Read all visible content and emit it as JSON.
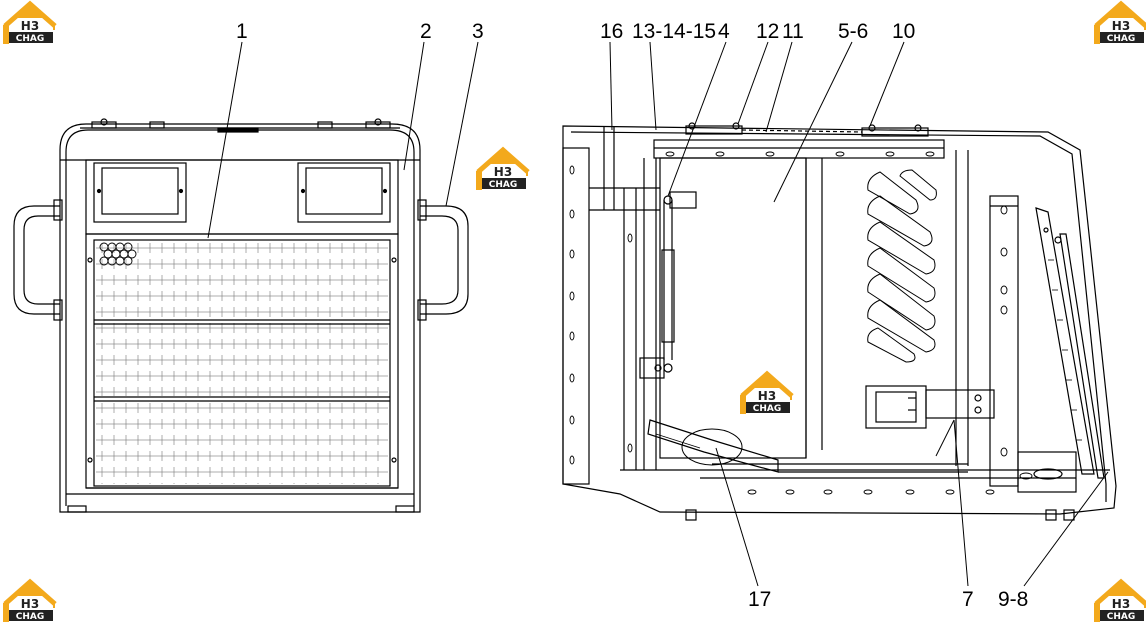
{
  "logo": {
    "house_text": "H3",
    "band_text": "CHAG",
    "orange": "#f3a91c",
    "dark": "#222222"
  },
  "callouts": {
    "c1": "1",
    "c2": "2",
    "c3": "3",
    "c16": "16",
    "c13": "13-14-15",
    "c4": "4",
    "c12": "12",
    "c11": "11",
    "c56": "5-6",
    "c10": "10",
    "c17": "17",
    "c7": "7",
    "c98": "9-8"
  },
  "colors": {
    "line": "#000000",
    "background": "#ffffff"
  }
}
